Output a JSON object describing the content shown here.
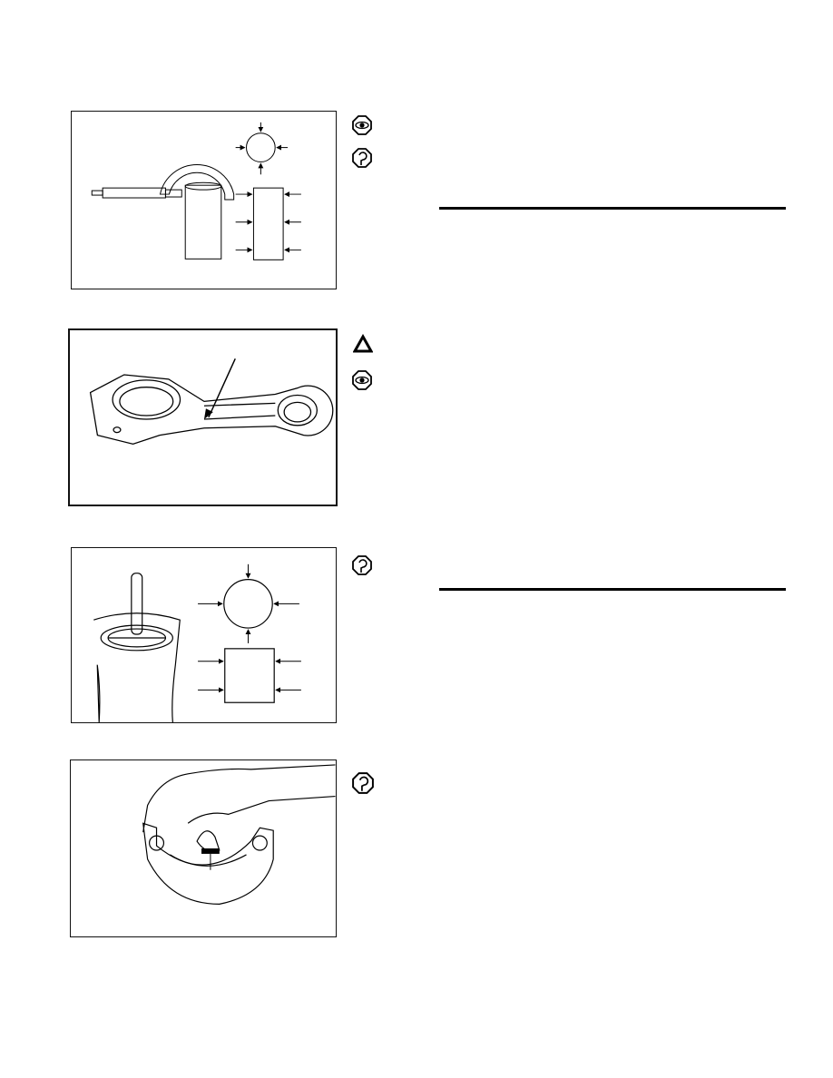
{
  "figures": [
    {
      "name": "piston-pin-micrometer-measurement",
      "icons": [
        "inspect-eye-icon",
        "measure-gauge-icon"
      ]
    },
    {
      "name": "connecting-rod-crack-inspection",
      "icons": [
        "warning-triangle-icon",
        "inspect-eye-icon"
      ]
    },
    {
      "name": "connecting-rod-bore-gauge-measurement",
      "icons": [
        "measure-gauge-icon"
      ]
    },
    {
      "name": "bearing-plastigage-measurement",
      "icons": [
        "measure-gauge-icon"
      ]
    }
  ],
  "colors": {
    "ink": "#000000",
    "paper": "#ffffff"
  }
}
